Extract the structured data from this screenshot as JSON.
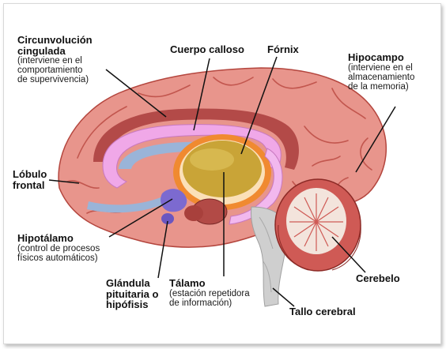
{
  "labels": {
    "circunvolucion": {
      "title": [
        "Circunvolución",
        "cingulada"
      ],
      "desc": [
        "(interviene en el",
        "comportamiento",
        "de supervivencia)"
      ]
    },
    "cuerpo_calloso": {
      "title": [
        "Cuerpo calloso"
      ]
    },
    "fornix": {
      "title": [
        "Fórnix"
      ]
    },
    "hipocampo": {
      "title": [
        "Hipocampo"
      ],
      "desc": [
        "(interviene en el",
        "almacenamiento",
        "de la memoria)"
      ]
    },
    "lobulo_frontal": {
      "title": [
        "Lóbulo",
        "frontal"
      ]
    },
    "hipotalamo": {
      "title": [
        "Hipotálamo"
      ],
      "desc": [
        "(control de procesos",
        "físicos automáticos)"
      ]
    },
    "glandula": {
      "title": [
        "Glándula",
        "pituitaria o",
        "hipófisis"
      ]
    },
    "talamo": {
      "title": [
        "Tálamo"
      ],
      "desc": [
        "(estación repetidora",
        "de información)"
      ]
    },
    "cerebelo": {
      "title": [
        "Cerebelo"
      ]
    },
    "tallo": {
      "title": [
        "Tallo cerebral"
      ]
    }
  },
  "colors": {
    "cortex": "#e8958c",
    "cortex_dark": "#b4463e",
    "cingulate": "#b34a48",
    "corpus_callosum": "#f0a8e8",
    "ventricle": "#9ab4d8",
    "thalamus": "#c9a437",
    "thalamus_ring": "#f08a30",
    "fornix": "#f2b8ee",
    "hypothalamus": "#7c6ad0",
    "brainstem": "#c8c8c8",
    "cerebellum": "#cf5a55",
    "leader_line": "#111111"
  }
}
